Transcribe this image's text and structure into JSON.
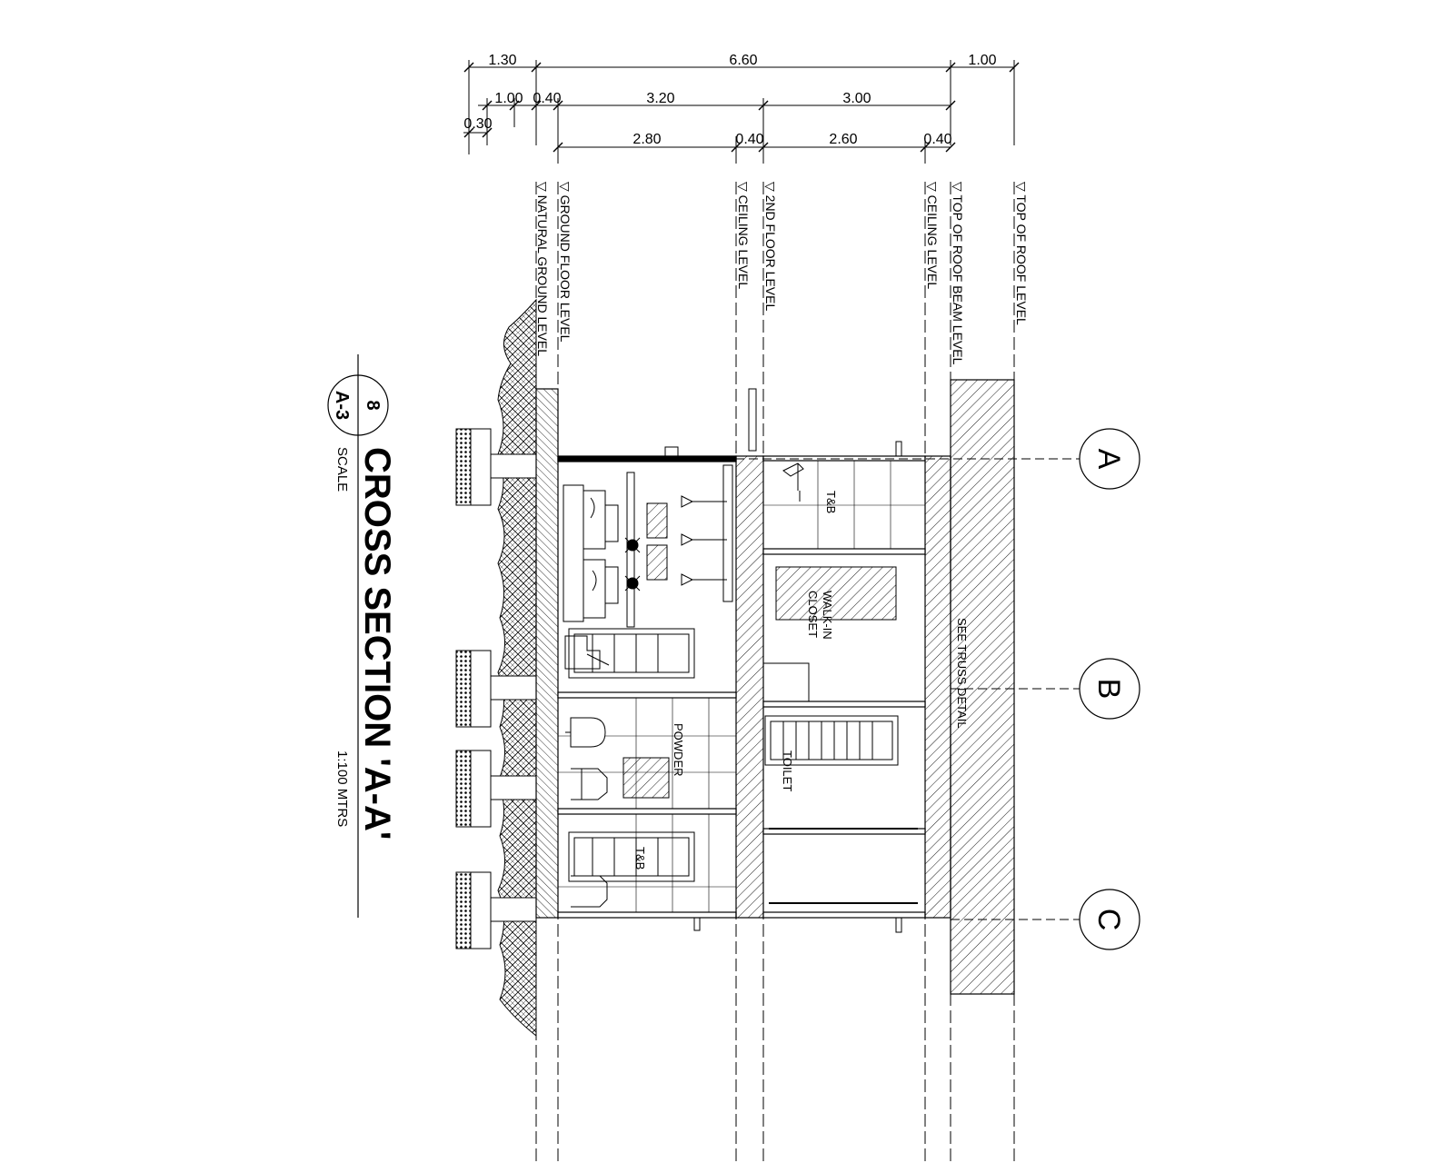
{
  "title": {
    "main": "CROSS SECTION 'A-A'",
    "scale_word": "SCALE",
    "scale_value": "1:100 MTRS",
    "bubble_number": "8",
    "bubble_sheet": "A-3"
  },
  "dimensions": {
    "row1": [
      "1.30",
      "6.60",
      "1.00"
    ],
    "row2": [
      "1.00",
      "0.40",
      "3.20",
      "3.00"
    ],
    "row3": [
      "0.30",
      "2.80",
      "0.40",
      "2.60",
      "0.40"
    ]
  },
  "levels": [
    "NATURAL GROUND LEVEL",
    "GROUND FLOOR LEVEL",
    "CEILING LEVEL",
    "2ND FLOOR LEVEL",
    "CEILING LEVEL",
    "TOP OF ROOF BEAM LEVEL",
    "TOP OF ROOF LEVEL"
  ],
  "rooms": {
    "tb_upper": "T&B",
    "walk_in": "WALK-IN",
    "closet": "CLOSET",
    "toilet": "TOILET",
    "powder": "POWDER",
    "tb_lower": "T&B",
    "truss_note": "SEE TRUSS DETAIL"
  },
  "grid_labels": [
    "A",
    "B",
    "C"
  ]
}
